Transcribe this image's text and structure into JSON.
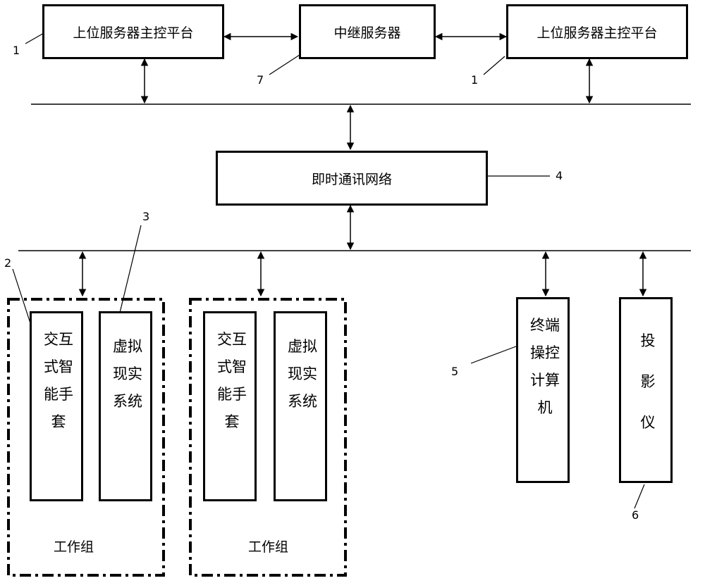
{
  "top": {
    "host_left": "上位服务器主控平台",
    "relay": "中继服务器",
    "host_right": "上位服务器主控平台"
  },
  "network": "即时通讯网络",
  "groups": [
    {
      "glove": "交互\n式智\n能手\n套",
      "vr": "虚拟\n现实\n系统",
      "caption": "工作组"
    },
    {
      "glove": "交互\n式智\n能手\n套",
      "vr": "虚拟\n现实\n系统",
      "caption": "工作组"
    }
  ],
  "terminal": "终端\n操控\n计算\n机",
  "projector": "投\n影\n仪",
  "callouts": {
    "n1a": "1",
    "n1b": "1",
    "n7": "7",
    "n4": "4",
    "n3": "3",
    "n2": "2",
    "n5": "5",
    "n6": "6"
  }
}
